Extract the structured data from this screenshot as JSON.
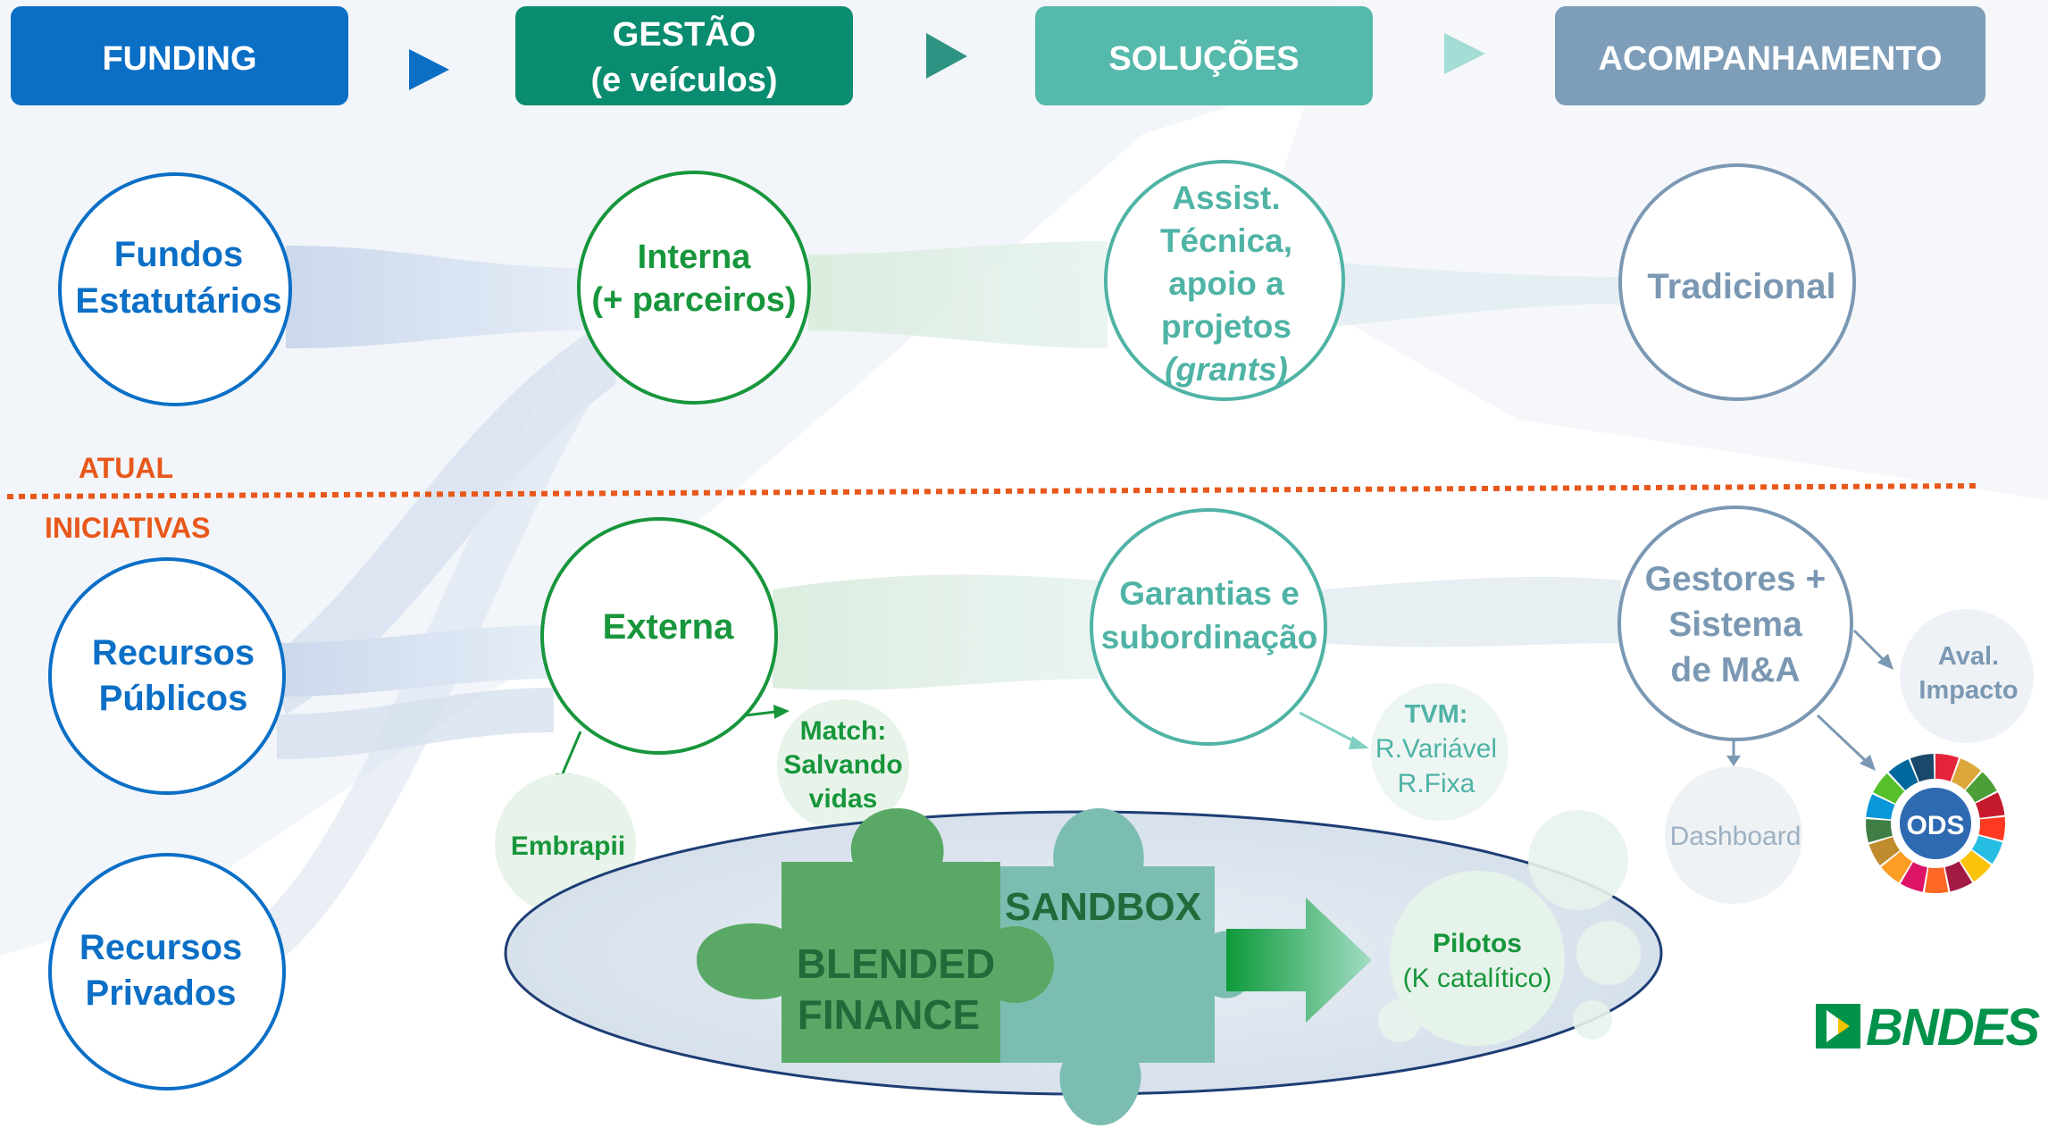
{
  "header": {
    "stages": [
      {
        "lines": [
          "FUNDING"
        ],
        "color": "#0b6fc6"
      },
      {
        "lines": [
          "GESTÃO",
          "(e veículos)"
        ],
        "color": "#0a8c70"
      },
      {
        "lines": [
          "SOLUÇÕES"
        ],
        "color": "#55b9ab"
      },
      {
        "lines": [
          "ACOMPANHAMENTO"
        ],
        "color": "#7d9db8"
      }
    ],
    "arrow_colors": [
      "#0b6fc6",
      "#2f9383",
      "#a3ddd5"
    ]
  },
  "section_labels": {
    "atual": "ATUAL",
    "iniciativas": "INICIATIVAS"
  },
  "nodes": {
    "fundos": [
      "Fundos",
      "Estatutários"
    ],
    "interna": [
      "Interna",
      "(+ parceiros)"
    ],
    "assist": [
      "Assist.",
      "Técnica,",
      "apoio a",
      "projetos",
      "(grants)"
    ],
    "tradicional": [
      "Tradicional"
    ],
    "recursos_publicos": [
      "Recursos",
      "Públicos"
    ],
    "recursos_privados": [
      "Recursos",
      "Privados"
    ],
    "externa": [
      "Externa"
    ],
    "garantias": [
      "Garantias e",
      "subordinação"
    ],
    "gestores": [
      "Gestores +",
      "Sistema",
      "de M&A"
    ],
    "aval": [
      "Aval.",
      "Impacto"
    ],
    "tvm": [
      "TVM:",
      "R.Variável",
      "R.Fixa"
    ],
    "dashboard": [
      "Dashboard"
    ],
    "ods": [
      "ODS"
    ],
    "embrapii": [
      "Embrapii"
    ],
    "match": [
      "Match:",
      "Salvando",
      "vidas"
    ],
    "pilotos": [
      "Pilotos",
      "(K catalítico)"
    ]
  },
  "puzzle": {
    "blended": [
      "BLENDED",
      "FINANCE"
    ],
    "sandbox": "SANDBOX"
  },
  "logo": {
    "text": "BNDES",
    "color": "#00924a"
  },
  "colors": {
    "blue": "#0b6fc6",
    "green": "#17963b",
    "teal": "#4fb3a5",
    "steel": "#7b98b3",
    "orange": "#e8581b"
  }
}
